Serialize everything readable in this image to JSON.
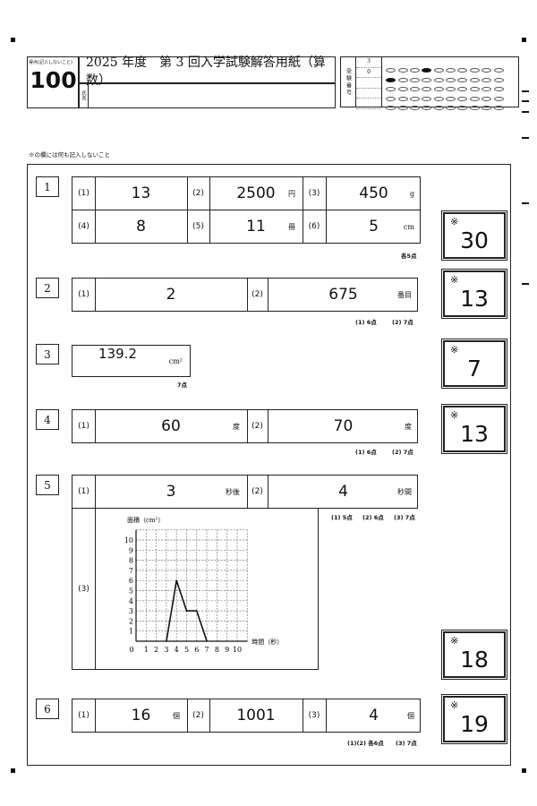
{
  "header": {
    "score_label": "得点(記入しないこと)",
    "score": "100",
    "title": "2025 年度　第 3 回入学試験解答用紙（算数）",
    "name_label": "氏名",
    "exam_label": "受験番号",
    "exam_digits": [
      "3",
      "0",
      "",
      "",
      ""
    ],
    "exam_filled": [
      3,
      0,
      null,
      null,
      null
    ]
  },
  "note": "※の欄には何も記入しないこと",
  "q1": {
    "num": "1",
    "cells": [
      {
        "l": "(1)",
        "v": "13",
        "u": ""
      },
      {
        "l": "(2)",
        "v": "2500",
        "u": "円"
      },
      {
        "l": "(3)",
        "v": "450",
        "u": "g"
      },
      {
        "l": "(4)",
        "v": "8",
        "u": ""
      },
      {
        "l": "(5)",
        "v": "11",
        "u": "冊"
      },
      {
        "l": "(6)",
        "v": "5",
        "u": "cm"
      }
    ],
    "points": "各5点",
    "score": "30"
  },
  "q2": {
    "num": "2",
    "cells": [
      {
        "l": "(1)",
        "v": "2",
        "u": ""
      },
      {
        "l": "(2)",
        "v": "675",
        "u": "番目"
      }
    ],
    "points": [
      "(1) 6点",
      "(2) 7点"
    ],
    "score": "13"
  },
  "q3": {
    "num": "3",
    "v": "139.2",
    "u": "cm²",
    "points": "7点",
    "score": "7"
  },
  "q4": {
    "num": "4",
    "cells": [
      {
        "l": "(1)",
        "v": "60",
        "u": "度"
      },
      {
        "l": "(2)",
        "v": "70",
        "u": "度"
      }
    ],
    "points": [
      "(1) 6点",
      "(2) 7点"
    ],
    "score": "13"
  },
  "q5": {
    "num": "5",
    "cells": [
      {
        "l": "(1)",
        "v": "3",
        "u": "秒後"
      },
      {
        "l": "(2)",
        "v": "4",
        "u": "秒間"
      }
    ],
    "l3": "(3)",
    "points": [
      "(1) 5点",
      "(2) 6点",
      "(3) 7点"
    ],
    "score": "18"
  },
  "q6": {
    "num": "6",
    "cells": [
      {
        "l": "(1)",
        "v": "16",
        "u": "個"
      },
      {
        "l": "(2)",
        "v": "1001",
        "u": ""
      },
      {
        "l": "(3)",
        "v": "4",
        "u": "個"
      }
    ],
    "points": [
      "(1)(2) 各6点",
      "(3) 7点"
    ],
    "score": "19"
  },
  "asterisk": "※",
  "chart_data": {
    "type": "line",
    "ylabel": "面積（cm²）",
    "xlabel": "時間（秒）",
    "xlim": [
      0,
      11
    ],
    "ylim": [
      0,
      11
    ],
    "x_ticks": [
      "0",
      "1",
      "2",
      "3",
      "4",
      "5",
      "6",
      "7",
      "8",
      "9",
      "10"
    ],
    "y_ticks": [
      "1",
      "2",
      "3",
      "4",
      "5",
      "6",
      "7",
      "8",
      "9",
      "10"
    ],
    "grid": true,
    "series": [
      {
        "name": "area",
        "x": [
          3,
          4,
          5,
          6,
          7
        ],
        "y": [
          0,
          6,
          3,
          3,
          0
        ]
      }
    ]
  }
}
